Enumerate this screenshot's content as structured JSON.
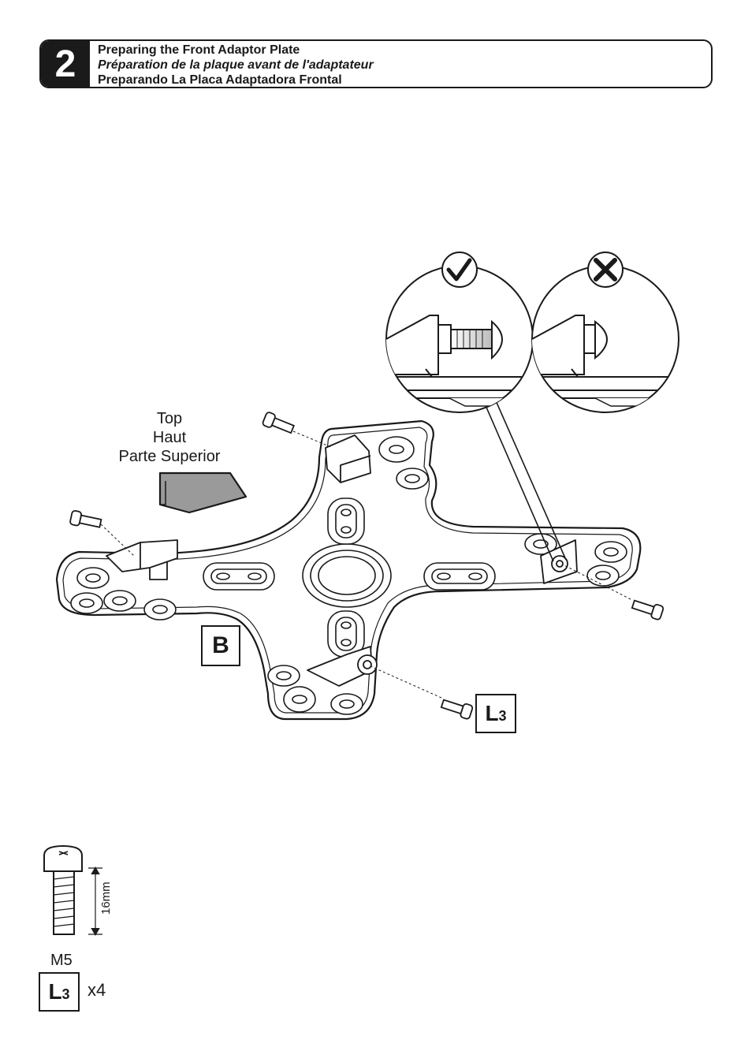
{
  "header": {
    "step_number": "2",
    "title_en": "Preparing the Front Adaptor Plate",
    "title_fr": "Préparation de la plaque avant de l'adaptateur",
    "title_es": "Preparando La Placa Adaptadora Frontal"
  },
  "diagram": {
    "direction_label_en": "Top",
    "direction_label_fr": "Haut",
    "direction_label_es": "Parte Superior",
    "part_label": "B",
    "screw_callout": {
      "letter": "L",
      "index": "3"
    }
  },
  "parts_list": {
    "screw_size": "M5",
    "screw_length": "16mm",
    "part_letter": "L",
    "part_index": "3",
    "quantity": "x4"
  },
  "icons": {
    "correct": "check-icon",
    "incorrect": "cross-icon"
  }
}
